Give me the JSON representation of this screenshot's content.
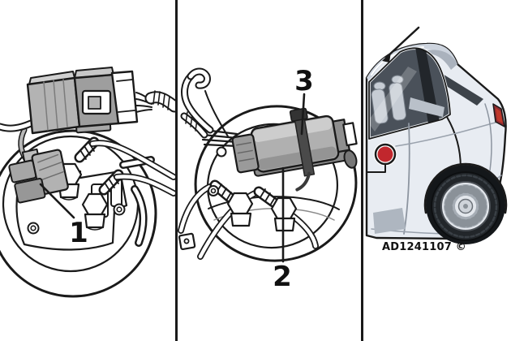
{
  "figure": {
    "type": "vehicle-service-illustration",
    "credit": "AD1241107 ©",
    "callouts": {
      "c1": "1",
      "c2": "2",
      "c3": "3"
    },
    "panels": [
      {
        "id": "fuel-pump-flange-connector-detail",
        "callout_labels": [
          "1"
        ]
      },
      {
        "id": "fuel-pump-flange-connector-fitted-with-cable-tie",
        "callout_labels": [
          "2",
          "3"
        ]
      },
      {
        "id": "vehicle-rear-three-quarter-location-view",
        "marker": "red-dot-location-marker"
      }
    ]
  },
  "colors": {
    "background": "#ffffff",
    "line": "#1a1a1a",
    "connector_gray": "#b0b0b0",
    "connector_gray_dark": "#949494",
    "marker_red": "#c1272d",
    "car_body": "#e8ecf2",
    "car_shading": "#cdd4de",
    "car_window": "#4a515a",
    "car_trim_dark": "#3d434a",
    "tail_light": "#8e2b30",
    "tire": "#22262a",
    "rim": "#e3e7ec"
  }
}
